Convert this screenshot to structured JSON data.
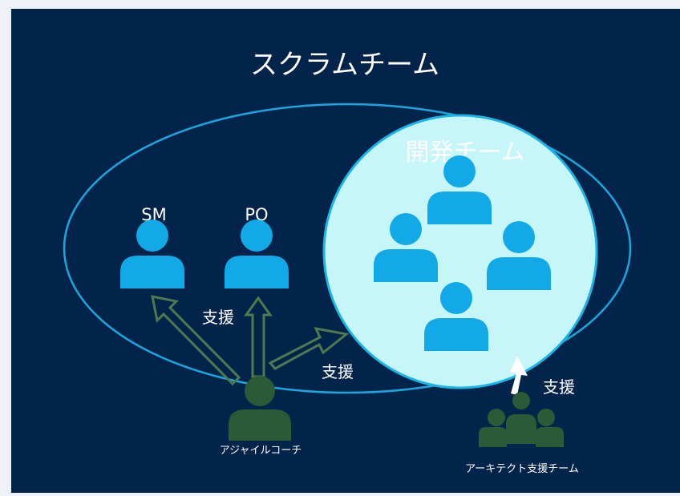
{
  "slide": {
    "title": "スクラムチーム",
    "dev_team_label": "開発チーム",
    "sm_label": "SM",
    "po_label": "PO",
    "support_label_1": "支援",
    "support_label_2": "支援",
    "support_label_3": "支援",
    "agile_coach_label": "アジャイルコーチ",
    "architect_team_label": "アーキテクト支援チーム"
  },
  "icons": {
    "person_blue": "person-icon",
    "person_green": "person-icon",
    "group": "team-icon",
    "arrow": "arrow-icon"
  },
  "colors": {
    "background": "#02244a",
    "outer_ellipse": "#1aa7dd",
    "dev_circle_fill": "#c6f6fa",
    "person_blue": "#11a9e8",
    "person_green": "#2c5a37",
    "arrow_outline": "#4f7a4f",
    "white_arrow": "#ffffff"
  }
}
